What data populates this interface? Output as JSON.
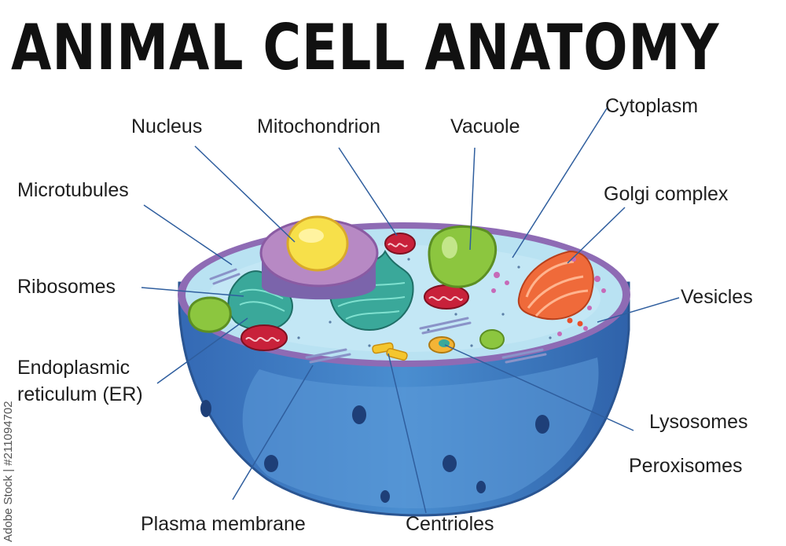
{
  "title": "ANIMAL CELL ANATOMY",
  "labels": {
    "nucleus": "Nucleus",
    "mitochondrion": "Mitochondrion",
    "vacuole": "Vacuole",
    "cytoplasm": "Cytoplasm",
    "microtubules": "Microtubules",
    "golgi": "Golgi complex",
    "ribosomes": "Ribosomes",
    "vesicles": "Vesicles",
    "er_line1": "Endoplasmic",
    "er_line2": "reticulum (ER)",
    "lysosomes": "Lysosomes",
    "peroxisomes": "Peroxisomes",
    "plasma_membrane": "Plasma membrane",
    "centrioles": "Centrioles"
  },
  "watermark": "Adobe Stock | #211094702",
  "colors": {
    "leader_line": "#2f5e9e",
    "cell_body": "#3f7fc6",
    "cytoplasm": "#b9e2f2",
    "membrane_rim": "#8e6bb4",
    "nucleus_envelope": "#b789c4",
    "nucleolus": "#f7e04a",
    "mitochondrion": "#c8213a",
    "vacuole": "#8cc63f",
    "golgi": "#ef6a3a",
    "er": "#3aa89a"
  }
}
